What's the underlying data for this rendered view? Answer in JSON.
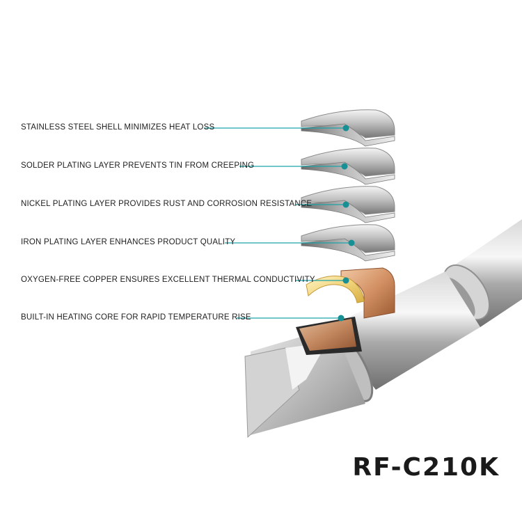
{
  "layers": [
    {
      "label": "STAINLESS STEEL SHELL MINIMIZES HEAT LOSS",
      "material": "steel"
    },
    {
      "label": "SOLDER PLATING LAYER PREVENTS TIN FROM CREEPING",
      "material": "steel"
    },
    {
      "label": "NICKEL PLATING LAYER PROVIDES RUST AND CORROSION RESISTANCE",
      "material": "steel"
    },
    {
      "label": "IRON PLATING LAYER ENHANCES PRODUCT QUALITY",
      "material": "steel"
    },
    {
      "label": "OXYGEN-FREE COPPER ENSURES EXCELLENT THERMAL CONDUCTIVITY",
      "material": "copper"
    },
    {
      "label": "BUILT-IN HEATING CORE FOR RAPID TEMPERATURE RISE",
      "material": "core"
    }
  ],
  "model_name": "RF-C210K",
  "colors": {
    "leader_line": "#1aa3a8",
    "dot": "#168f95",
    "text": "#1e1e1e",
    "steel_light": "#f2f2f2",
    "steel_dark": "#8a8a8a",
    "copper": "#c98552",
    "gold": "#f3d98a"
  }
}
